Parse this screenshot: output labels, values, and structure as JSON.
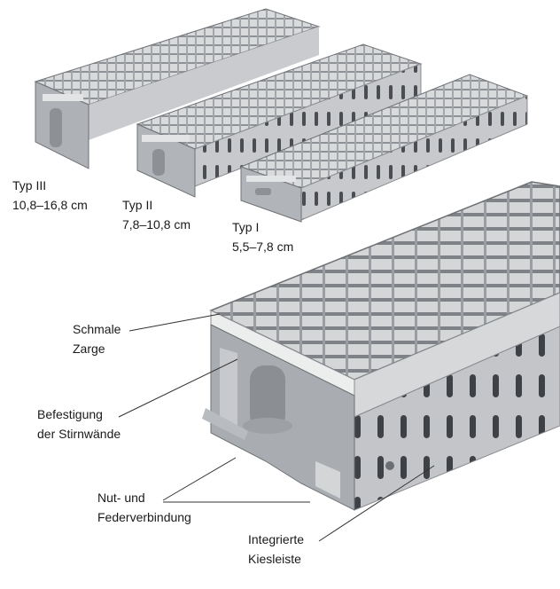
{
  "products": [
    {
      "name": "Typ III",
      "range": "10,8–16,8 cm"
    },
    {
      "name": "Typ II",
      "range": "7,8–10,8 cm"
    },
    {
      "name": "Typ I",
      "range": "5,5–7,8 cm"
    }
  ],
  "callouts": [
    {
      "line1": "Schmale",
      "line2": "Zarge"
    },
    {
      "line1": "Befestigung",
      "line2": "der Stirnwände"
    },
    {
      "line1": "Nut- und",
      "line2": "Federverbindung"
    },
    {
      "line1": "Integrierte",
      "line2": "Kiesleiste"
    }
  ],
  "colors": {
    "metal_light": "#e6e7e8",
    "metal_mid": "#b9bbbe",
    "metal_dark": "#7b7e82",
    "line": "#333333"
  }
}
